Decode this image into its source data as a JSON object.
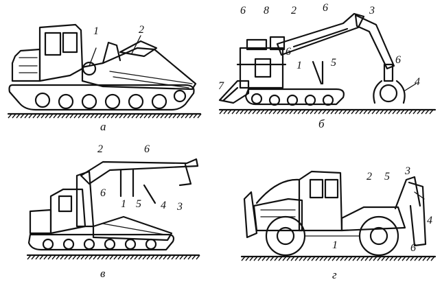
{
  "panels": [
    {
      "caption": "а",
      "labels": [
        "1",
        "2"
      ]
    },
    {
      "caption": "б",
      "labels": [
        "6",
        "8",
        "2",
        "6",
        "3",
        "6",
        "1",
        "5",
        "6",
        "4",
        "7"
      ]
    },
    {
      "caption": "в",
      "labels": [
        "2",
        "6",
        "6",
        "1",
        "5",
        "4",
        "3"
      ]
    },
    {
      "caption": "г",
      "labels": [
        "2",
        "5",
        "3",
        "4",
        "1",
        "6"
      ]
    }
  ]
}
